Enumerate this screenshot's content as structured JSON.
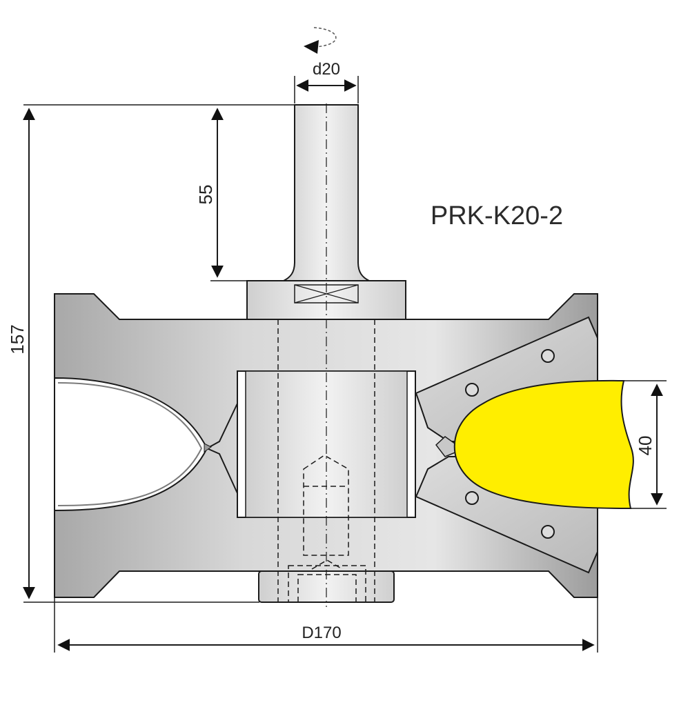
{
  "diagram": {
    "model": "PRK-K20-2",
    "dimensions": {
      "shank_diameter": "d20",
      "shank_length": "55",
      "total_height": "157",
      "profile_height": "40",
      "cutter_diameter": "D170"
    },
    "colors": {
      "body": "#d2d2d2",
      "body_dark": "#a9a9a9",
      "shank": "#e3e3e3",
      "workpiece": "#ffee00",
      "line": "#1a1a1a"
    }
  }
}
